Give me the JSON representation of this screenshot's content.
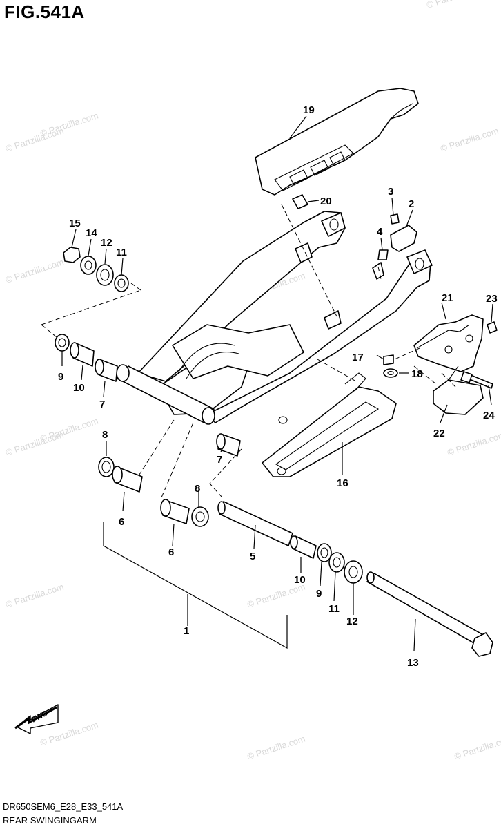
{
  "figure": {
    "title": "FIG.541A",
    "model_code": "DR650SEM6_E28_E33_541A",
    "name": "REAR SWINGINGARM"
  },
  "watermark": {
    "text": "© Partzilla.com",
    "color": "#d8d8d8"
  },
  "fwd_arrow": {
    "label": "FWD",
    "icon": "fwd-arrow-icon"
  },
  "callouts": [
    "1",
    "2",
    "3",
    "4",
    "5",
    "6",
    "6",
    "7",
    "7",
    "8",
    "8",
    "9",
    "9",
    "10",
    "10",
    "11",
    "11",
    "12",
    "12",
    "13",
    "14",
    "15",
    "16",
    "17",
    "18",
    "19",
    "20",
    "21",
    "22",
    "23",
    "24"
  ]
}
